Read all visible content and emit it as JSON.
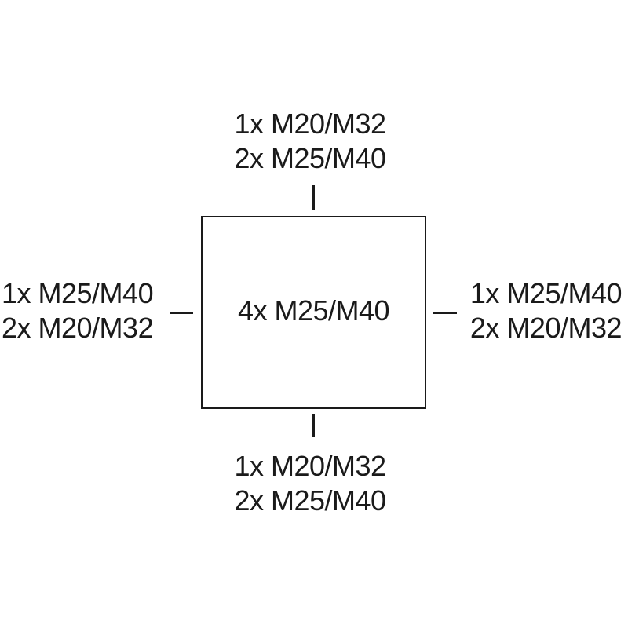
{
  "center": {
    "label": "4x M25/M40"
  },
  "top": {
    "line1": "1x M20/M32",
    "line2": "2x M25/M40"
  },
  "bottom": {
    "line1": "1x M20/M32",
    "line2": "2x M25/M40"
  },
  "left": {
    "line1": "1x M25/M40",
    "line2": "2x M20/M32"
  },
  "right": {
    "line1": "1x M25/M40",
    "line2": "2x M20/M32"
  }
}
